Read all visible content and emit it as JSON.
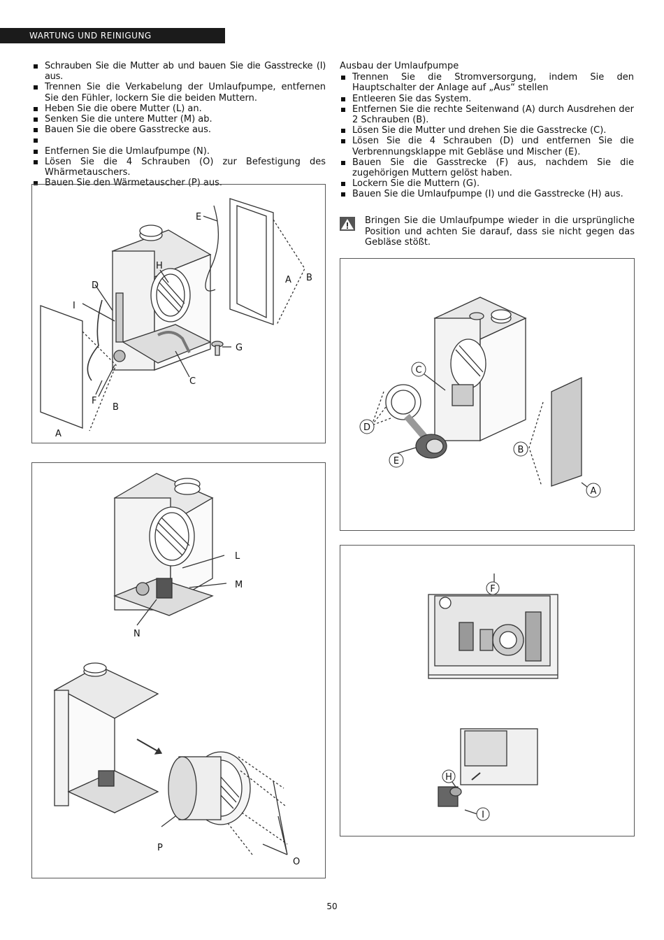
{
  "header": {
    "title": "WARTUNG UND REINIGUNG"
  },
  "left_steps": [
    "Schrauben Sie die Mutter ab und bauen Sie die Gasstrecke (I) aus.",
    "Trennen Sie die Verkabelung der Umlaufpumpe, entfernen Sie den Fühler, lockern Sie die beiden Muttern.",
    "Heben Sie die obere Mutter (L) an.",
    "Senken Sie die untere Mutter (M) ab.",
    "Bauen Sie die obere Gasstrecke aus.",
    "",
    "Entfernen Sie die Umlaufpumpe (N).",
    "Lösen Sie die 4 Schrauben (O) zur Befestigung des Whärmetauschers.",
    "Bauen Sie den Wärmetauscher (P) aus."
  ],
  "right_section": {
    "title": "Ausbau der Umlaufpumpe",
    "steps": [
      "Trennen Sie die Stromversorgung, indem Sie den Hauptschalter der Anlage auf „Aus“ stellen",
      "Entleeren Sie das System.",
      "Entfernen Sie die rechte Seitenwand (A) durch Ausdrehen der 2 Schrauben (B).",
      "Lösen Sie die Mutter und drehen Sie die Gasstrecke (C).",
      "Lösen Sie die 4 Schrauben (D) und entfernen Sie die Verbrennungsklappe mit Gebläse und Mischer (E).",
      "Bauen Sie die Gasstrecke (F) aus, nachdem Sie die zugehörigen Muttern gelöst haben.",
      "Lockern Sie die Muttern (G).",
      "Bauen Sie die Umlaufpumpe (I) und die Gasstrecke (H) aus."
    ]
  },
  "warning": {
    "icon": "warning-triangle-icon",
    "text": "Bringen Sie die Umlaufpumpe wieder in die ursprüngliche Position und achten Sie darauf, dass sie nicht gegen das Gebläse stößt."
  },
  "figure1_labels": {
    "E": "E",
    "H": "H",
    "D": "D",
    "I": "I",
    "A1": "A",
    "B1": "B",
    "G": "G",
    "C": "C",
    "F": "F",
    "B2": "B",
    "A2": "A"
  },
  "figure2_labels": {
    "L": "L",
    "M": "M",
    "N": "N",
    "P": "P",
    "O": "O"
  },
  "figure3_labels": {
    "C": "C",
    "D": "D",
    "E": "E",
    "B": "B",
    "A": "A"
  },
  "figure4_labels": {
    "F": "F",
    "H": "H",
    "I": "I"
  },
  "page_number": "50"
}
